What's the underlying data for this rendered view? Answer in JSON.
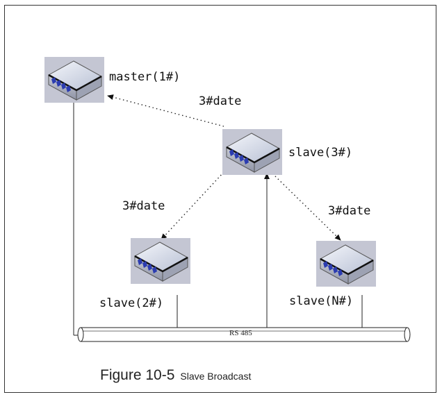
{
  "nodes": {
    "master": "master(1#)",
    "slave3": "slave(3#)",
    "slave2": "slave(2#)",
    "slaveN": "slave(N#)"
  },
  "edges": {
    "to_master": "3#date",
    "to_slave2": "3#date",
    "to_slaveN": "3#date"
  },
  "bus": {
    "label": "RS 485"
  },
  "caption": {
    "number": "Figure 10-5",
    "title": "Slave Broadcast"
  },
  "icon": "network-switch-icon"
}
